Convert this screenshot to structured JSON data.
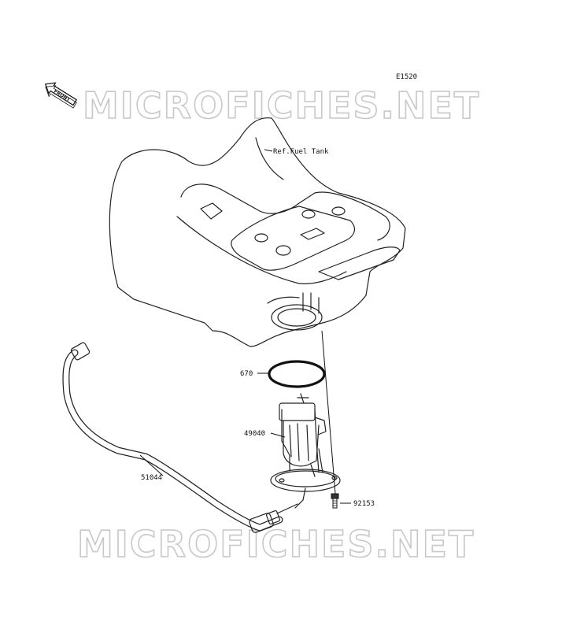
{
  "diagram": {
    "code": "E1520",
    "front_label": "FRONT",
    "watermark": "MICROFICHES.NET",
    "ref_label": "Ref.Fuel Tank",
    "parts": [
      {
        "number": "670"
      },
      {
        "number": "49040"
      },
      {
        "number": "51044"
      },
      {
        "number": "92153"
      }
    ]
  }
}
